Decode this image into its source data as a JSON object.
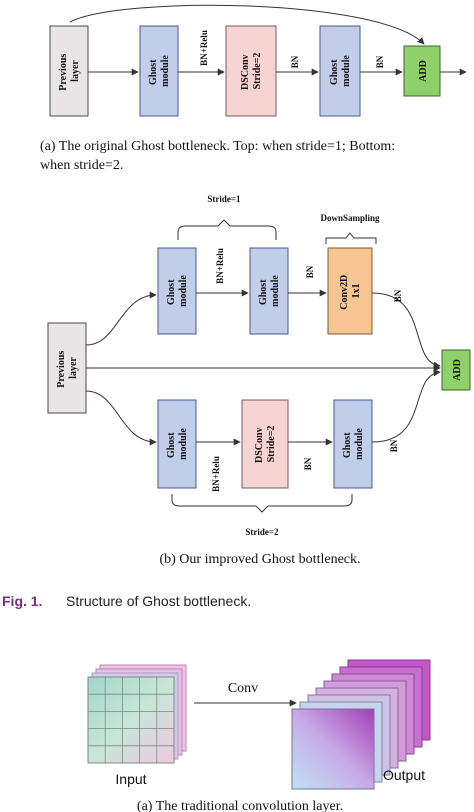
{
  "fig_a": {
    "labels": {
      "previous_layer_1": "Previous",
      "previous_layer_2": "layer",
      "ghost1_1": "Ghost",
      "ghost1_2": "module",
      "dsconv_1": "DSConv",
      "dsconv_2": "Stride=2",
      "ghost2_1": "Ghost",
      "ghost2_2": "module",
      "add": "ADD",
      "bn_relu": "BN+Relu",
      "bn_a": "BN",
      "bn_b": "BN"
    },
    "caption_line1": "(a) The original Ghost bottleneck. Top: when stride=1; Bottom:",
    "caption_line2": "when stride=2."
  },
  "fig_b": {
    "stride1": "Stride=1",
    "downsampling": "DownSampling",
    "stride2": "Stride=2",
    "previous_layer_1": "Previous",
    "previous_layer_2": "layer",
    "top_ghost1_1": "Ghost",
    "top_ghost1_2": "module",
    "top_ghost2_1": "Ghost",
    "top_ghost2_2": "module",
    "conv2d_1": "Conv2D",
    "conv2d_2": "1x1",
    "bot_ghost1_1": "Ghost",
    "bot_ghost1_2": "module",
    "bot_dsconv_1": "DSConv",
    "bot_dsconv_2": "Stride=2",
    "bot_ghost2_1": "Ghost",
    "bot_ghost2_2": "module",
    "add": "ADD",
    "top_bn_relu": "BN+Relu",
    "top_bn1": "BN",
    "top_bn2": "BN",
    "bot_bn_relu": "BN+Relu",
    "bot_bn1": "BN",
    "bot_bn2": "BN",
    "caption": "(b) Our improved Ghost bottleneck."
  },
  "fig1": {
    "label": "Fig. 1.",
    "title": "Structure of Ghost bottleneck."
  },
  "fig_c": {
    "conv": "Conv",
    "input": "Input",
    "output": "Output",
    "caption": "(a) The traditional convolution layer."
  },
  "colors": {
    "ghost_blue": "#c2cdea",
    "dsconv_pink": "#f6d4d2",
    "conv2d_orange": "#f6c591",
    "add_green": "#8fd06a",
    "fig_label_purple": "#7b2a86"
  }
}
